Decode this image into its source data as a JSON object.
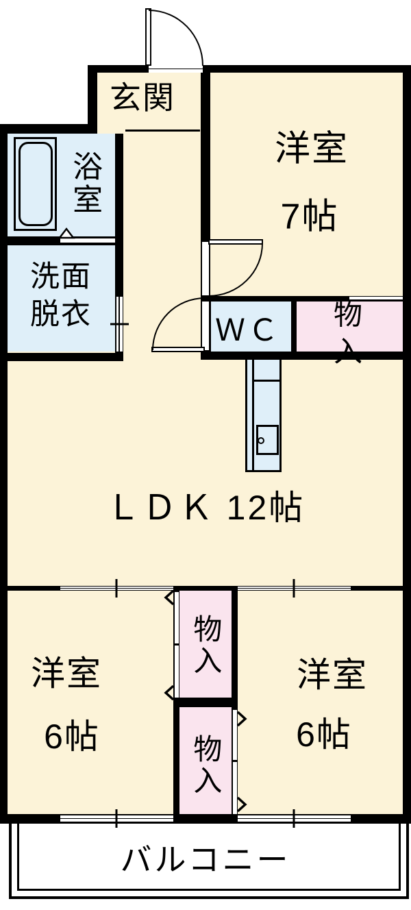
{
  "plan_title": "apartment-floor-plan",
  "colors": {
    "room_cream": "#FCF3D8",
    "wet_blue": "#DFEFF9",
    "closet_pink": "#FAE4EE",
    "wall_black": "#000000",
    "balcony_white": "#FFFFFF"
  },
  "rooms": {
    "genkan": {
      "label": "玄関"
    },
    "western7": {
      "label": "洋室",
      "size": "7帖"
    },
    "bath": {
      "label": "浴室"
    },
    "washroom": {
      "label": "洗面\n脱衣"
    },
    "wc": {
      "label": "ＷＣ"
    },
    "storage_hall": {
      "label": "物入"
    },
    "ldk": {
      "label": "ＬＤＫ 12帖"
    },
    "western6_left": {
      "label": "洋室",
      "size": "6帖"
    },
    "western6_right": {
      "label": "洋室",
      "size": "6帖"
    },
    "closet_top": {
      "label": "物入"
    },
    "closet_bottom": {
      "label": "物入"
    },
    "balcony": {
      "label": "バルコニー"
    }
  }
}
